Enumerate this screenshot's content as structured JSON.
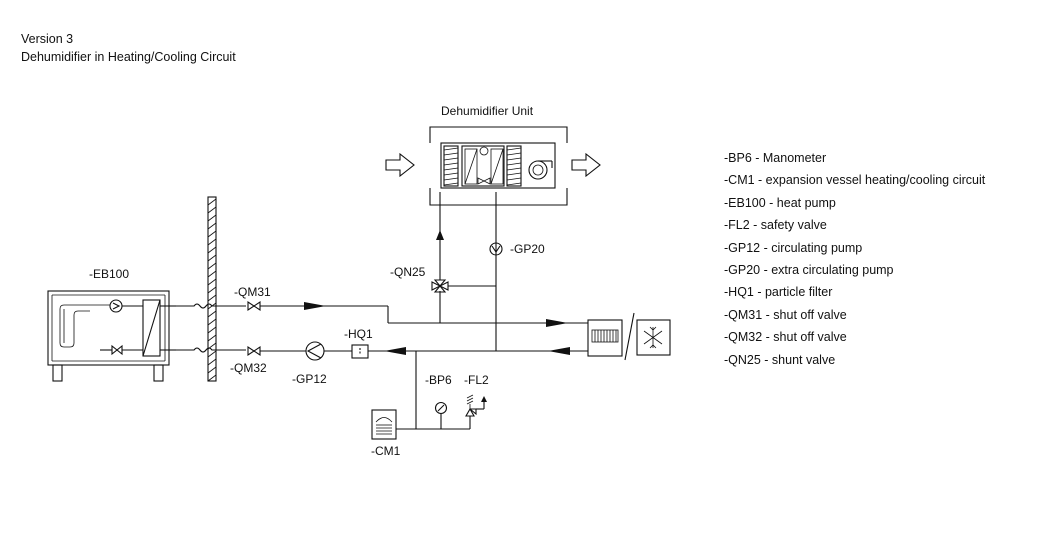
{
  "header": {
    "version": "Version 3",
    "title": "Dehumidifier in Heating/Cooling Circuit"
  },
  "labels": {
    "dehumidifier_unit": "Dehumidifier Unit",
    "eb100": "-EB100",
    "qm31": "-QM31",
    "qm32": "-QM32",
    "gp12": "-GP12",
    "hq1": "-HQ1",
    "qn25": "-QN25",
    "gp20": "-GP20",
    "bp6": "-BP6",
    "fl2": "-FL2",
    "cm1": "-CM1"
  },
  "legend": [
    "-BP6 - Manometer",
    "-CM1 - expansion vessel heating/cooling circuit",
    "-EB100 - heat pump",
    "-FL2 - safety valve",
    "-GP12 - circulating pump",
    "-GP20 - extra circulating pump",
    "-HQ1 - particle filter",
    "-QM31 - shut off valve",
    "-QM32 - shut off valve",
    "-QN25 - shunt valve"
  ]
}
